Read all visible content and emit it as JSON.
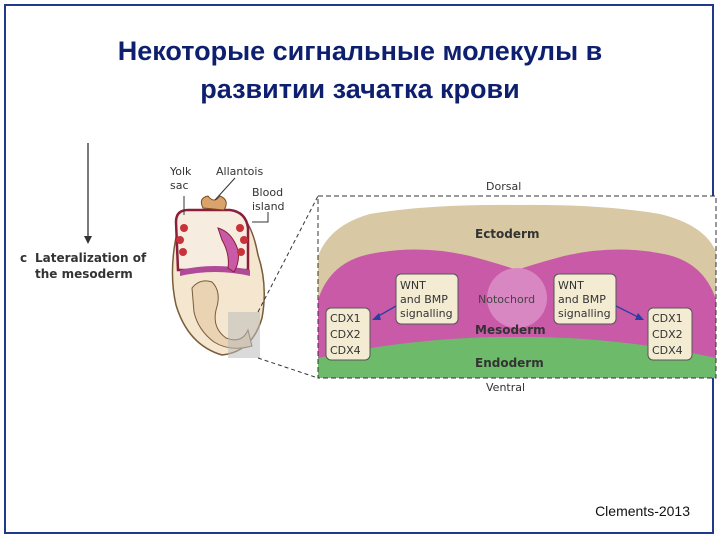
{
  "slide": {
    "title_line1": "Некоторые сигнальные молекулы в",
    "title_line2": "развитии зачатка крови",
    "credit": "Clements-2013"
  },
  "panel": {
    "letter": "c",
    "label_line1": "Lateralization of",
    "label_line2": "the mesoderm"
  },
  "embryo": {
    "yolk_sac_line1": "Yolk",
    "yolk_sac_line2": "sac",
    "allantois": "Allantois",
    "blood_island_line1": "Blood",
    "blood_island_line2": "island"
  },
  "section": {
    "dorsal": "Dorsal",
    "ventral": "Ventral",
    "ectoderm": "Ectoderm",
    "mesoderm": "Mesoderm",
    "endoderm": "Endoderm",
    "notochord": "Notochord",
    "signal_left": [
      "WNT",
      "and BMP",
      "signalling"
    ],
    "signal_right": [
      "WNT",
      "and BMP",
      "signalling"
    ],
    "cdx_left": [
      "CDX1",
      "CDX2",
      "CDX4"
    ],
    "cdx_right": [
      "CDX1",
      "CDX2",
      "CDX4"
    ]
  },
  "colors": {
    "title": "#0d1f6e",
    "ectoderm": "#d8c9a4",
    "mesoderm": "#c95aa8",
    "endoderm": "#6dbb6a",
    "box_fill": "#f3ecd3"
  }
}
